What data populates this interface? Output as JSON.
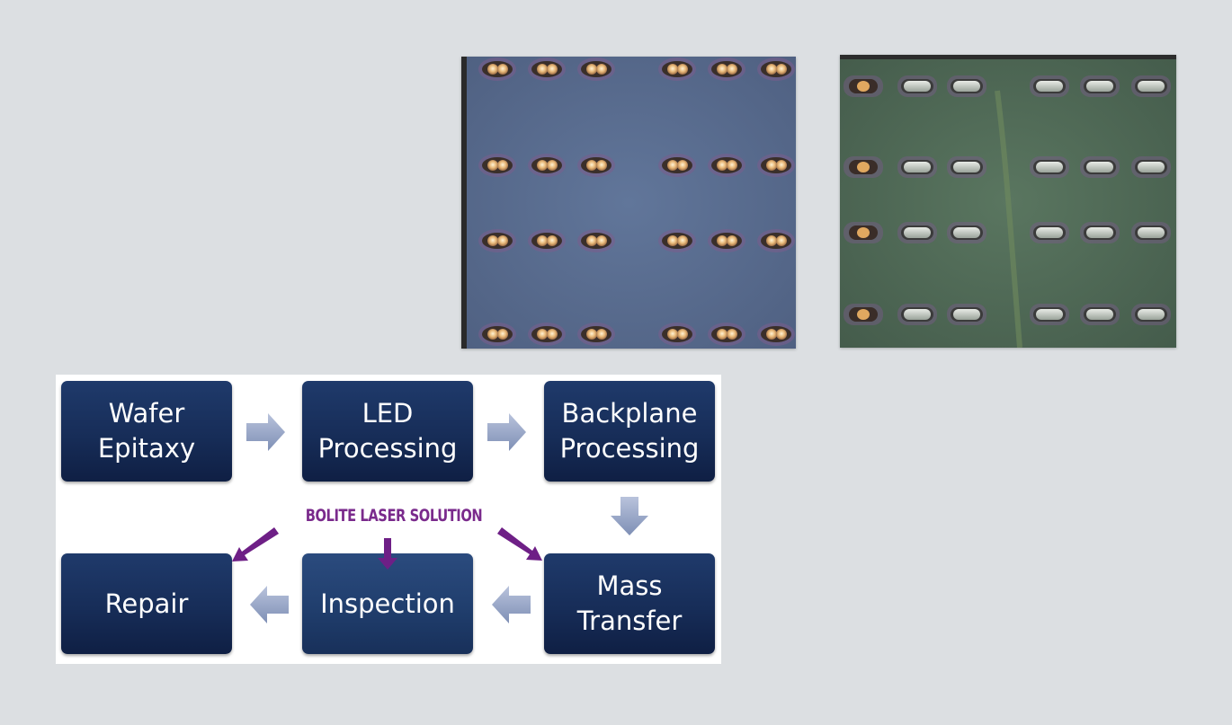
{
  "flow": {
    "boxes": {
      "wafer_epitaxy": "Wafer\nEpitaxy",
      "led_processing": "LED\nProcessing",
      "backplane_processing": "Backplane\nProcessing",
      "mass_transfer": "Mass\nTransfer",
      "inspection": "Inspection",
      "repair": "Repair"
    },
    "banner": "BOLITE LASER SOLUTION"
  },
  "colors": {
    "background": "#dcdfe2",
    "box_dark": "#172d58",
    "box_light": "#203e6d",
    "box_text": "#ffffff",
    "flow_arrow": "#8f9ec0",
    "banner_purple": "#7a2a8c",
    "photo_left_substrate": "#5c6e8e",
    "photo_right_substrate": "#4f6a57",
    "pad_gold": "#e8b878"
  }
}
